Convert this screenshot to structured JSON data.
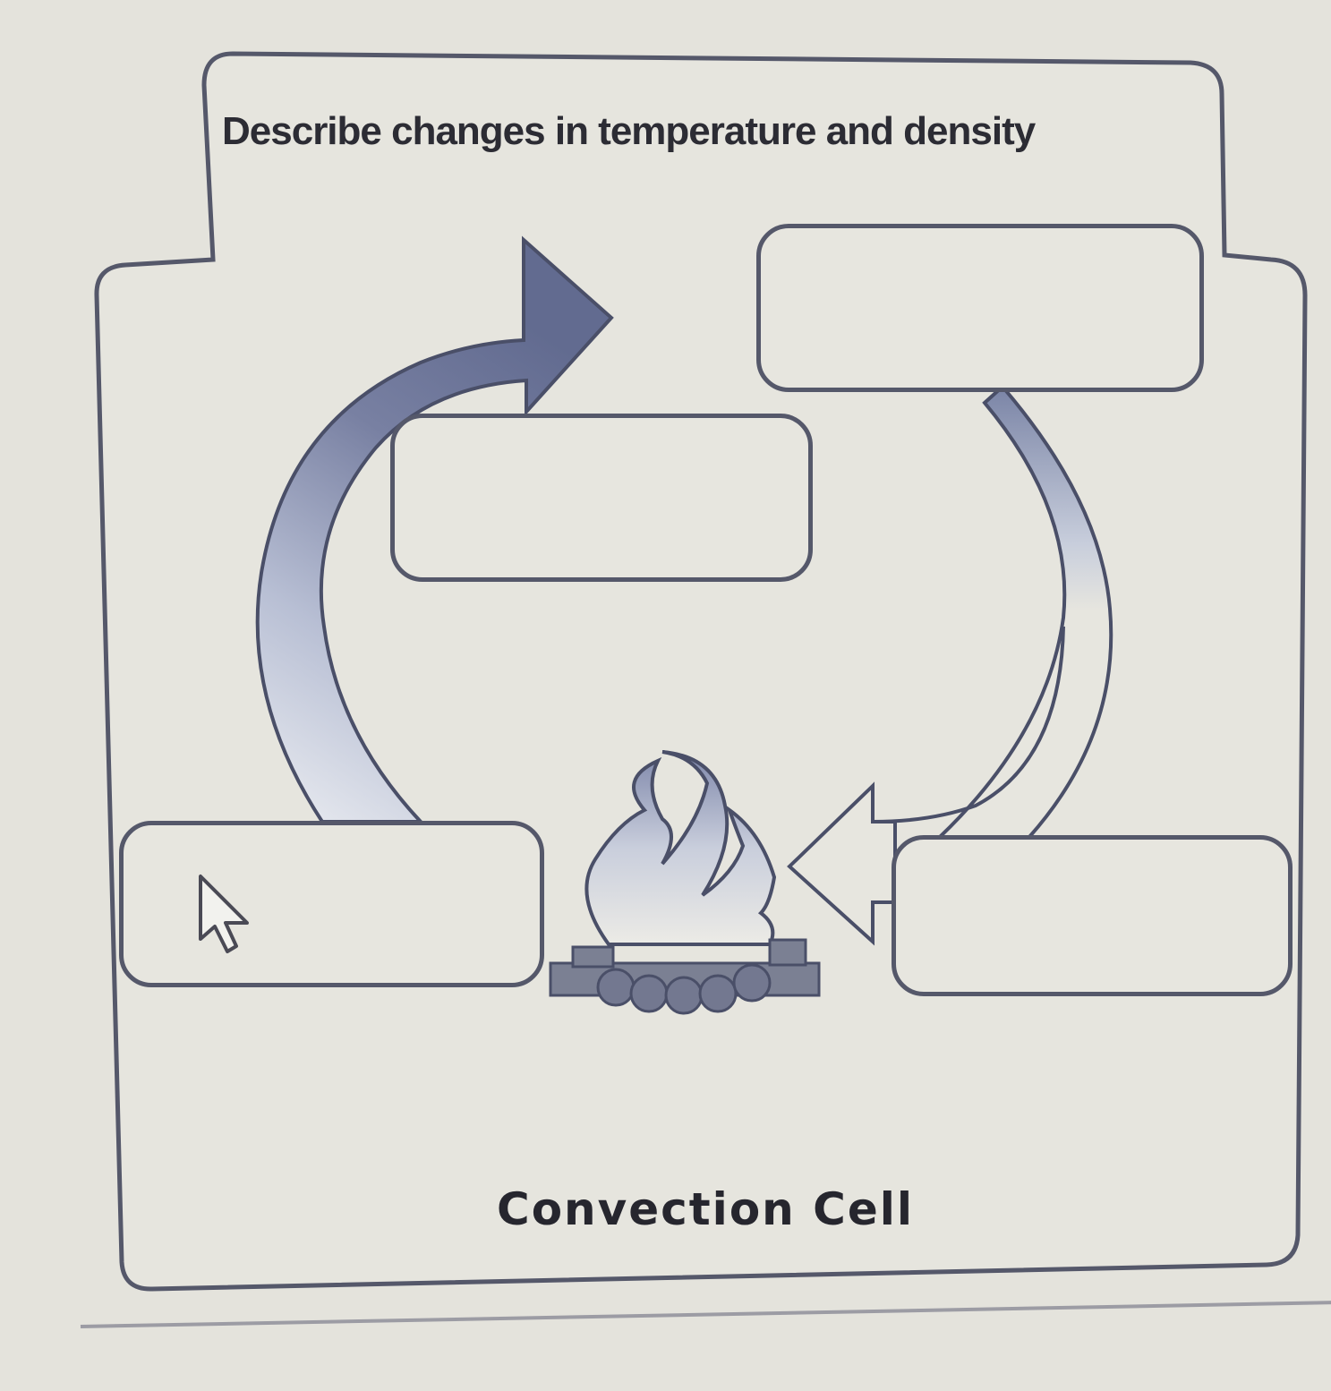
{
  "diagram": {
    "instruction": "Describe changes in temperature and density",
    "caption": "Convection Cell",
    "answer_boxes": [
      {
        "id": "top-right",
        "value": ""
      },
      {
        "id": "center",
        "value": ""
      },
      {
        "id": "bottom-left",
        "value": ""
      },
      {
        "id": "bottom-right",
        "value": ""
      }
    ],
    "icons": [
      "campfire-icon",
      "curved-arrow-up-right-icon",
      "curved-arrow-down-left-icon",
      "mouse-cursor-icon"
    ],
    "colors": {
      "outline": "#55586a",
      "arrow_fill_dark": "#6a7396",
      "arrow_fill_light": "#e6e8ee",
      "background": "#e4e3dc",
      "text": "#2c2c34"
    }
  }
}
